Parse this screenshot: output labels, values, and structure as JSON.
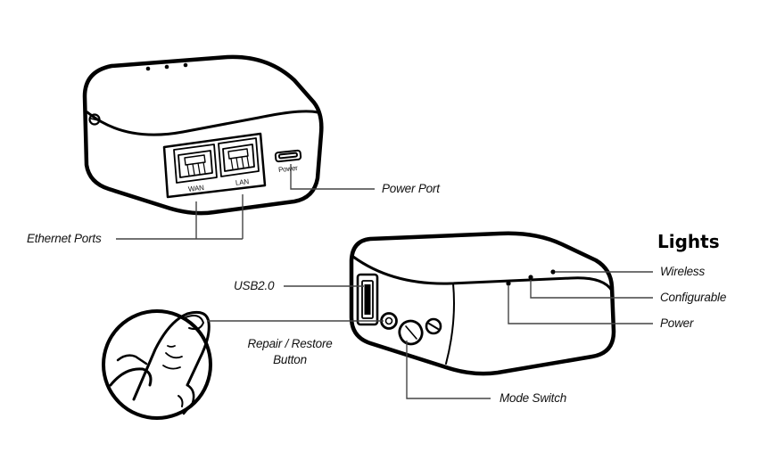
{
  "heading": "Lights",
  "callouts": {
    "power_port": "Power Port",
    "ethernet_ports": "Ethernet Ports",
    "usb": "USB2.0",
    "repair_line1": "Repair / Restore",
    "repair_line2": "Button",
    "mode_switch": "Mode Switch",
    "wireless": "Wireless",
    "configurable": "Configurable",
    "power": "Power"
  },
  "device_labels": {
    "wan": "WAN",
    "lan": "LAN",
    "power_small": "Power"
  }
}
